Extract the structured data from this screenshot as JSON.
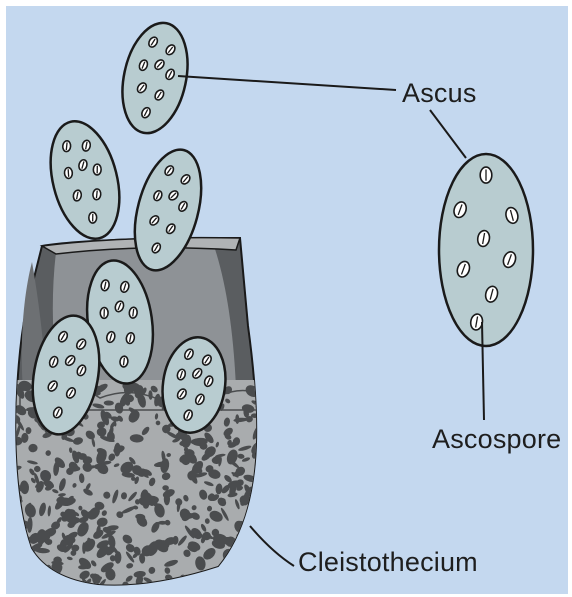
{
  "labels": {
    "ascus": "Ascus",
    "ascospore": "Ascospore",
    "cleistothecium": "Cleistothecium"
  },
  "colors": {
    "background": "#c4d8ef",
    "ascus_fill": "#b8ccd0",
    "outline": "#1a1a1a",
    "cup_outer": "#5a5d60",
    "cup_inner": "#8e9296",
    "cup_rim": "#b0b3b5",
    "mycelium_light": "#a9acae",
    "mycelium_dark": "#4a4c4e"
  }
}
